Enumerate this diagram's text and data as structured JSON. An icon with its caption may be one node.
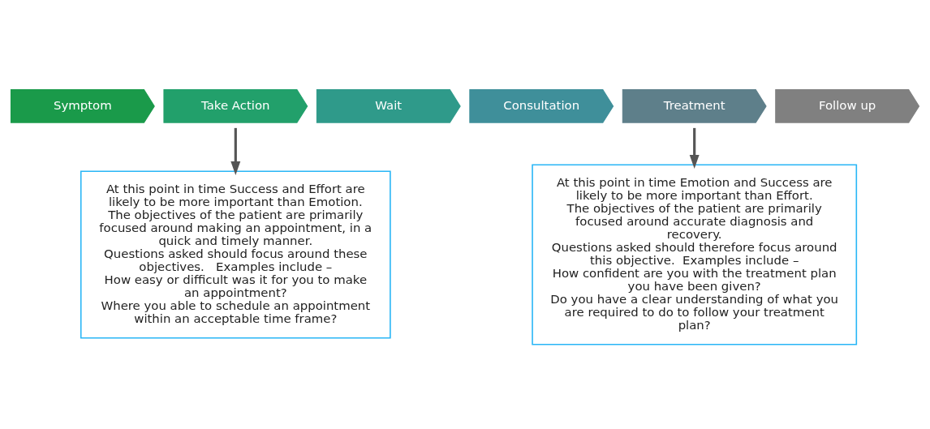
{
  "diagram": {
    "nodes": [
      {
        "text": [
          "Symptom"
        ]
      },
      {
        "text": [
          "Take Action"
        ]
      },
      {
        "text": [
          "Wait"
        ]
      },
      {
        "text": [
          "Consultation"
        ]
      },
      {
        "text": [
          "Treatment"
        ]
      },
      {
        "text": [
          "Follow up"
        ]
      },
      {
        "text": [
          "At this point in time Success and Effort are likely to be more important than Emotion.",
          "The objectives of the patient are primarily focused around making an appointment, in a quick and timely manner.",
          "Questions asked should focus around these objectives.   Examples include –",
          "How easy or difficult was it for you to make an appointment?",
          "Where you able to schedule an appointment within an acceptable time frame?"
        ]
      },
      {
        "text": [
          "At this point in time Emotion and Success are likely to be more important than Effort.",
          "The objectives of the patient are primarily focused around accurate diagnosis and recovery.",
          "Questions asked should therefore focus around this objective.  Examples include –",
          "How confident are you with the treatment plan you have been given?",
          "Do you have a clear understanding of what you are required to do to follow your treatment plan?"
        ]
      }
    ],
    "edges": [
      {
        "from": 1,
        "to": 6,
        "arrow": "to"
      },
      {
        "from": 4,
        "to": 7,
        "arrow": "to"
      }
    ]
  }
}
